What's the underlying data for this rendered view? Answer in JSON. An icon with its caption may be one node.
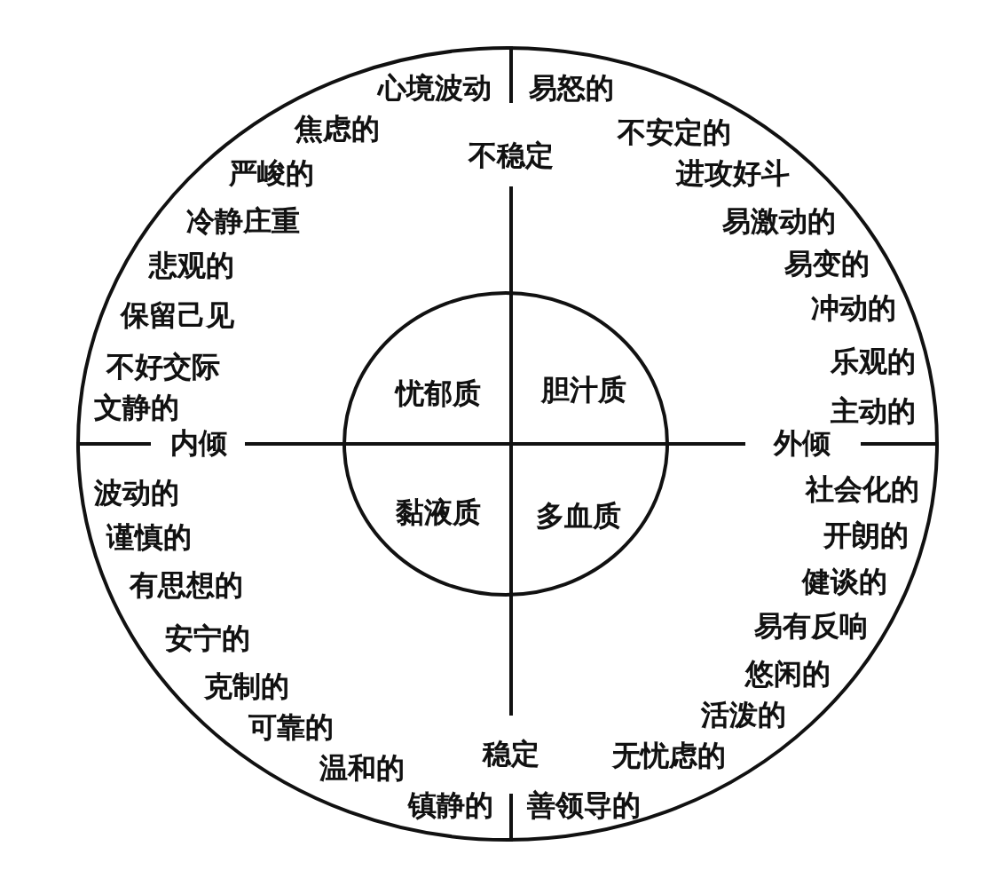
{
  "diagram": {
    "nodes": [
      {
        "text": [],
        "shape": "circle"
      },
      {
        "text": [
          "忧郁质",
          "胆汁质",
          "黏液质",
          "多血质"
        ],
        "in": 0
      }
    ],
    "labels": [
      "心境波动",
      "易怒的",
      "焦虑的",
      "不安定的",
      "不稳定",
      "严峻的",
      "进攻好斗",
      "冷静庄重",
      "易激动的",
      "悲观的",
      "易变的",
      "保留己见",
      "冲动的",
      "不好交际",
      "乐观的",
      "文静的",
      "主动的",
      "内倾",
      "外倾",
      "波动的",
      "社会化的",
      "谨慎的",
      "开朗的",
      "有思想的",
      "健谈的",
      "易有反响",
      "安宁的",
      "悠闲的",
      "克制的",
      "活泼的",
      "可靠的",
      "稳定",
      "无忧虑的",
      "温和的",
      "镇静的",
      "善领导的"
    ]
  }
}
